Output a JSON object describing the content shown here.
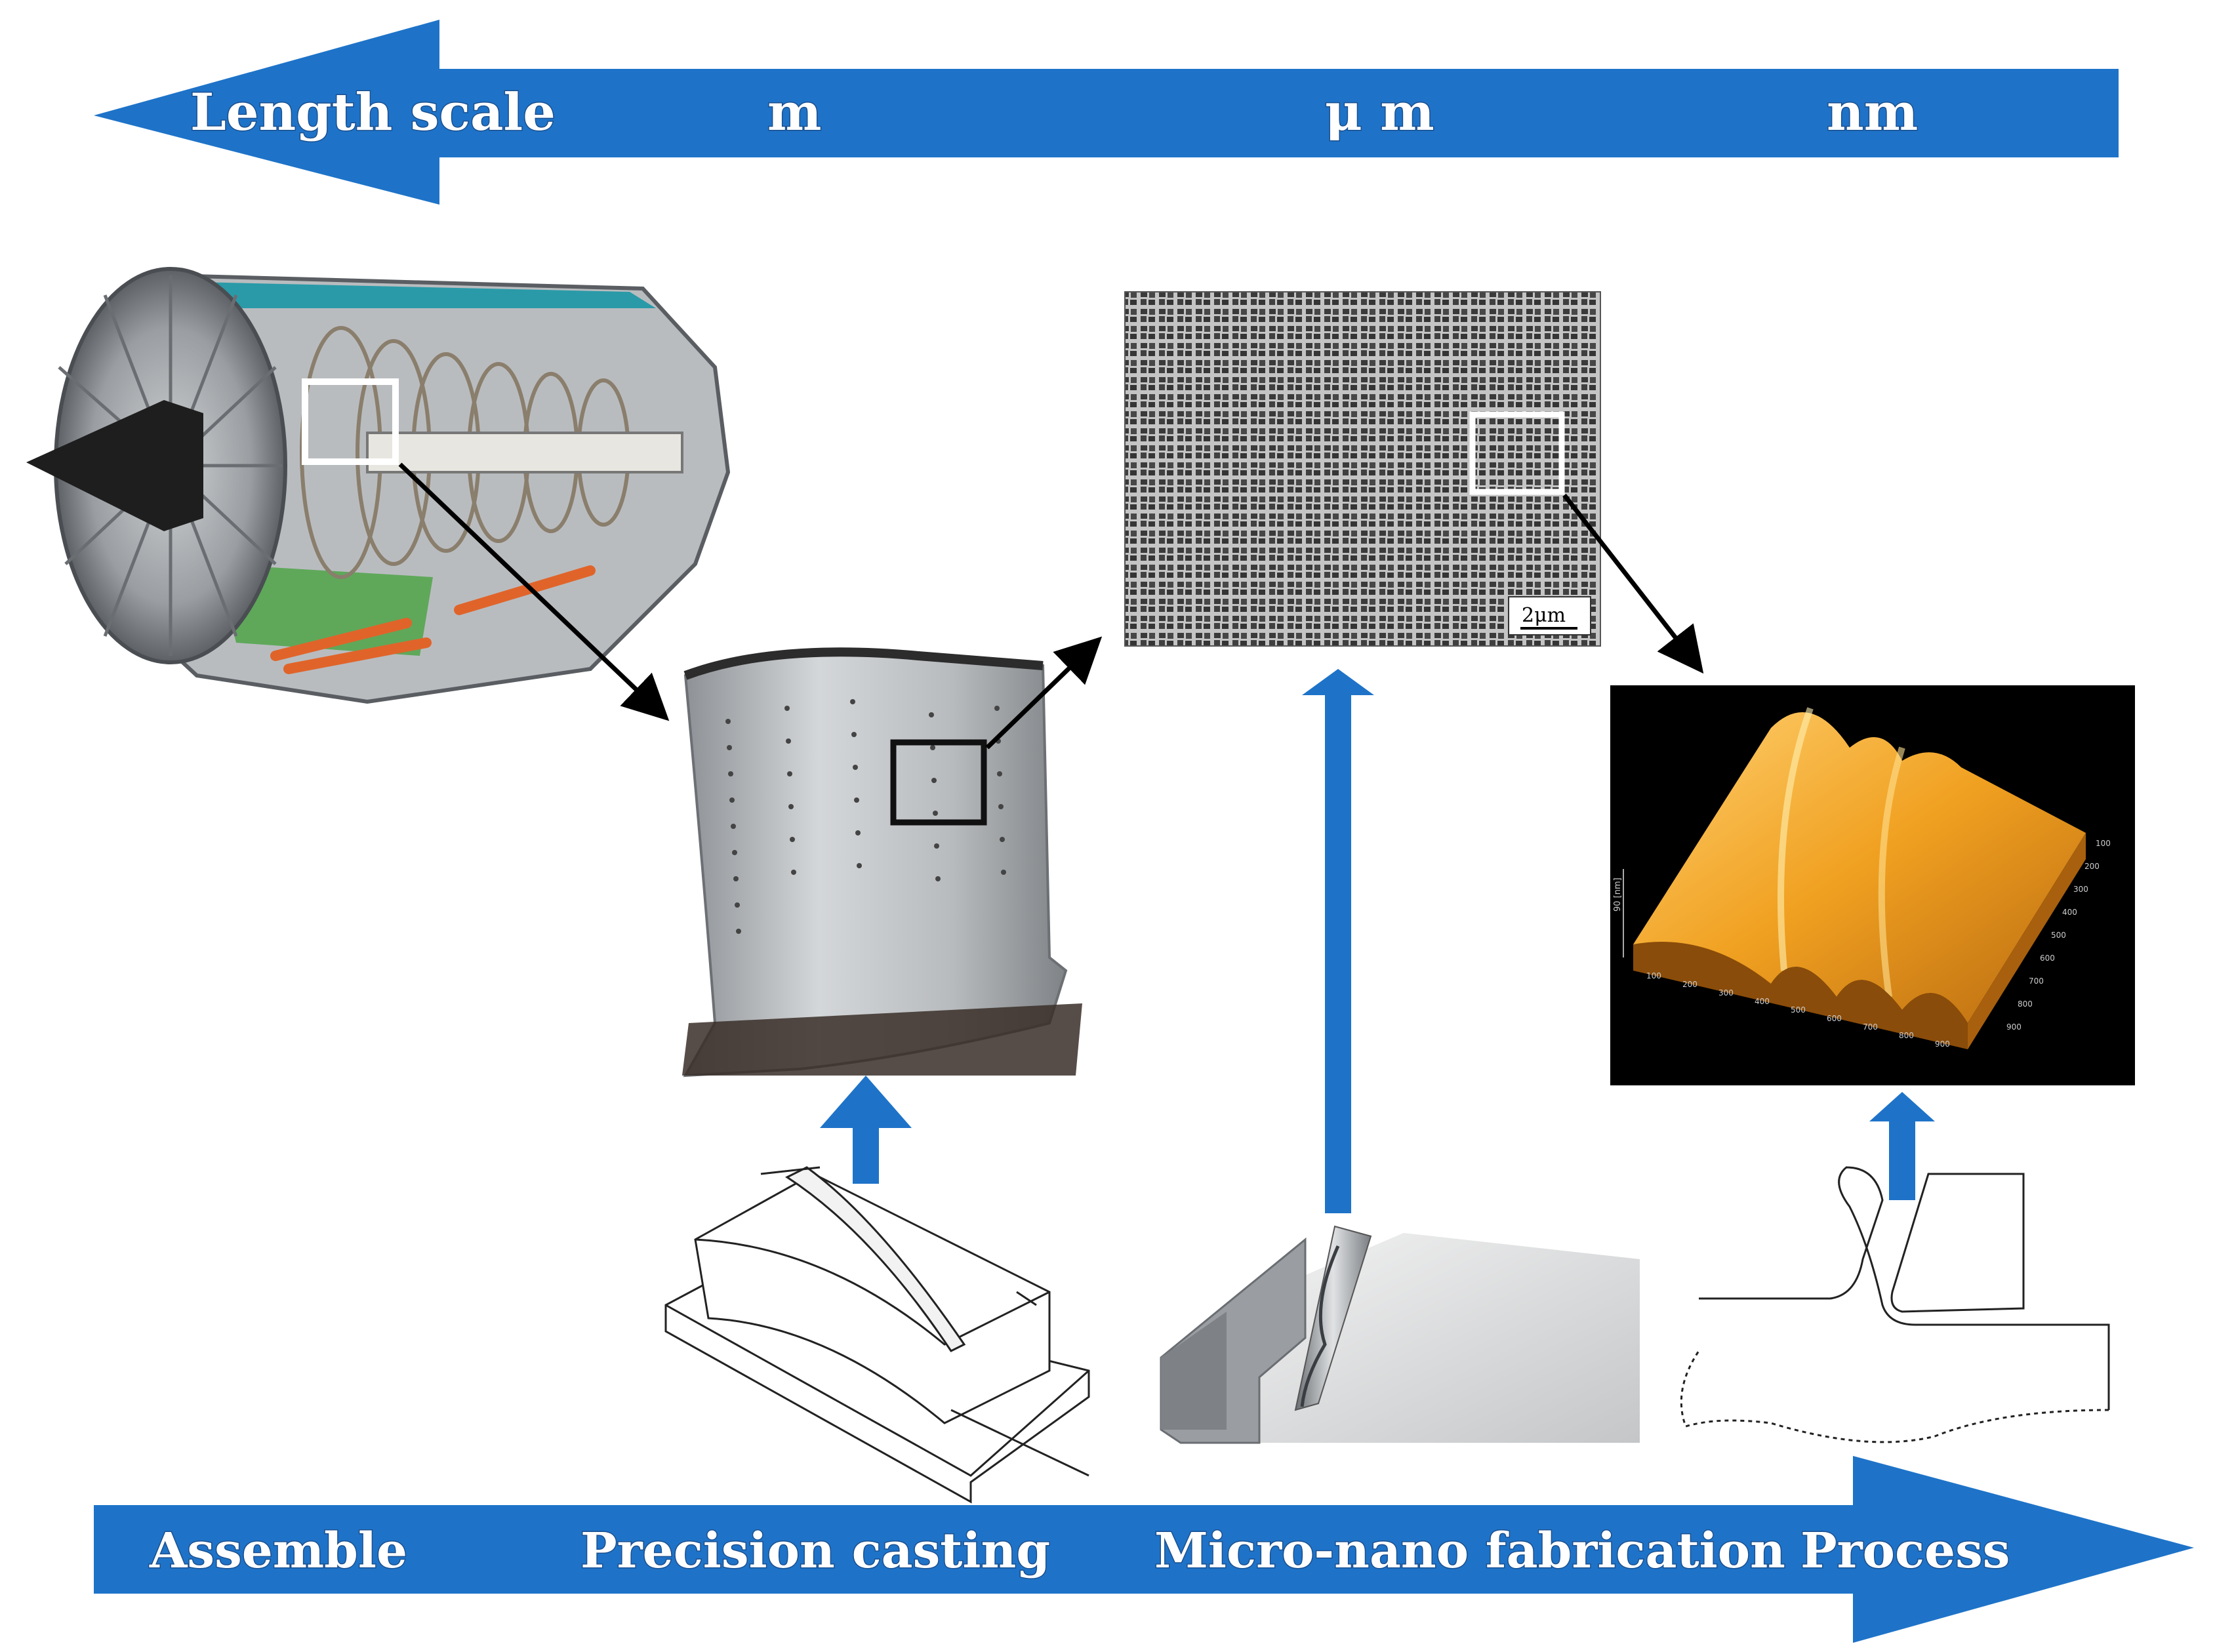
{
  "top_bar": {
    "title": "Length scale",
    "scales": [
      "m",
      "μ m",
      "nm"
    ]
  },
  "bottom_bar": {
    "stages": [
      "Assemble",
      "Precision casting",
      "Micro-nano fabrication",
      "Process"
    ]
  },
  "sem_image": {
    "scale_bar_label": "2μm"
  },
  "afm_image": {
    "z_axis_label": "90 [nm]",
    "x_ticks": [
      "100",
      "200",
      "300",
      "400",
      "500",
      "600",
      "700",
      "800",
      "900"
    ],
    "y_ticks": [
      "100",
      "200",
      "300",
      "400",
      "500",
      "600",
      "700",
      "800",
      "900"
    ]
  },
  "colors": {
    "arrow_blue": "#1e73c8",
    "afm_orange": "#f0a020",
    "background": "#ffffff"
  }
}
